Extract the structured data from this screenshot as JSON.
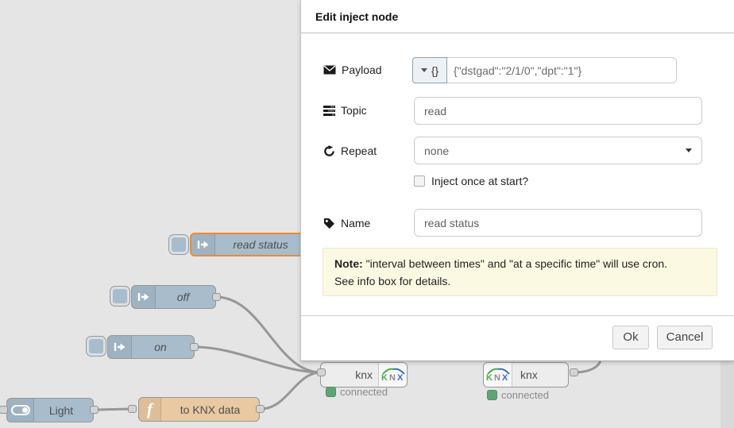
{
  "dialog": {
    "title": "Edit inject node",
    "fields": {
      "payload": {
        "label": "Payload",
        "type_button": "{}",
        "value": "{\"dstgad\":\"2/1/0\",\"dpt\":\"1\"}"
      },
      "topic": {
        "label": "Topic",
        "value": "read"
      },
      "repeat": {
        "label": "Repeat",
        "value": "none"
      },
      "name": {
        "label": "Name",
        "value": "read status"
      }
    },
    "inject_once_label": "Inject once at start?",
    "note": {
      "bold": "Note:",
      "line1_rest": " \"interval between times\" and \"at a specific time\" will use cron.",
      "line2": "See info box for details."
    },
    "buttons": {
      "ok": "Ok",
      "cancel": "Cancel"
    }
  },
  "canvas": {
    "nodes": {
      "read_status": {
        "label": "read status"
      },
      "off": {
        "label": "off"
      },
      "on": {
        "label": "on"
      },
      "light": {
        "label": "Light"
      },
      "to_knx_data": {
        "label": "to KNX data"
      },
      "knx_in": {
        "label": "knx",
        "status": "connected"
      },
      "knx_out": {
        "label": "knx",
        "status": "connected"
      }
    },
    "knx_logo_text": {
      "k": "K",
      "n": "N",
      "x": "X"
    }
  },
  "colors": {
    "selected_border": "#ec8a33",
    "inject_node": "#a8bccc",
    "function_node": "#e9c9a1",
    "status_green": "#5fa573",
    "note_bg": "#fcf9e2",
    "canvas_bg": "#e5e5e5"
  }
}
